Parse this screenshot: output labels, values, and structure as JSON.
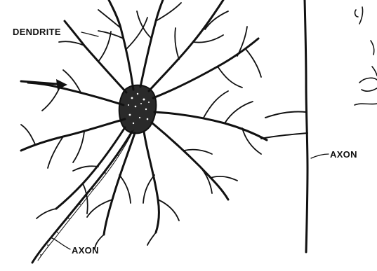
{
  "labels": {
    "dendrite": "DENDRITE",
    "axon_left": "AXON",
    "axon_right": "AXON"
  },
  "colors": {
    "ink": "#111111",
    "background": "#ffffff"
  }
}
